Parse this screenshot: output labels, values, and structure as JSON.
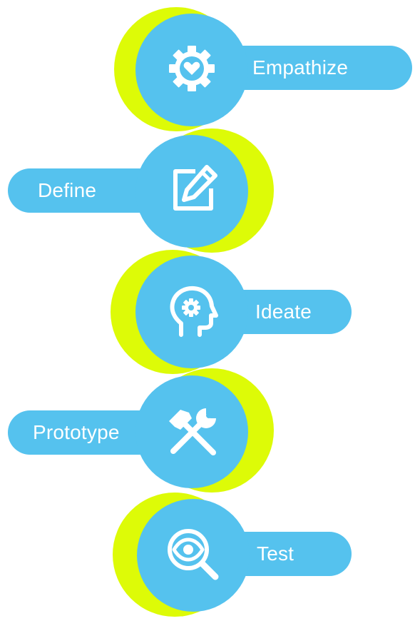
{
  "colors": {
    "background": "#ffffff",
    "blue": "#55c2ee",
    "lime": "#ddfb07",
    "text": "#ffffff"
  },
  "steps": [
    {
      "label": "Empathize",
      "icon": "gear-heart-icon"
    },
    {
      "label": "Define",
      "icon": "edit-pencil-icon"
    },
    {
      "label": "Ideate",
      "icon": "head-gear-icon"
    },
    {
      "label": "Prototype",
      "icon": "hammer-wrench-icon"
    },
    {
      "label": "Test",
      "icon": "magnifier-eye-icon"
    }
  ]
}
